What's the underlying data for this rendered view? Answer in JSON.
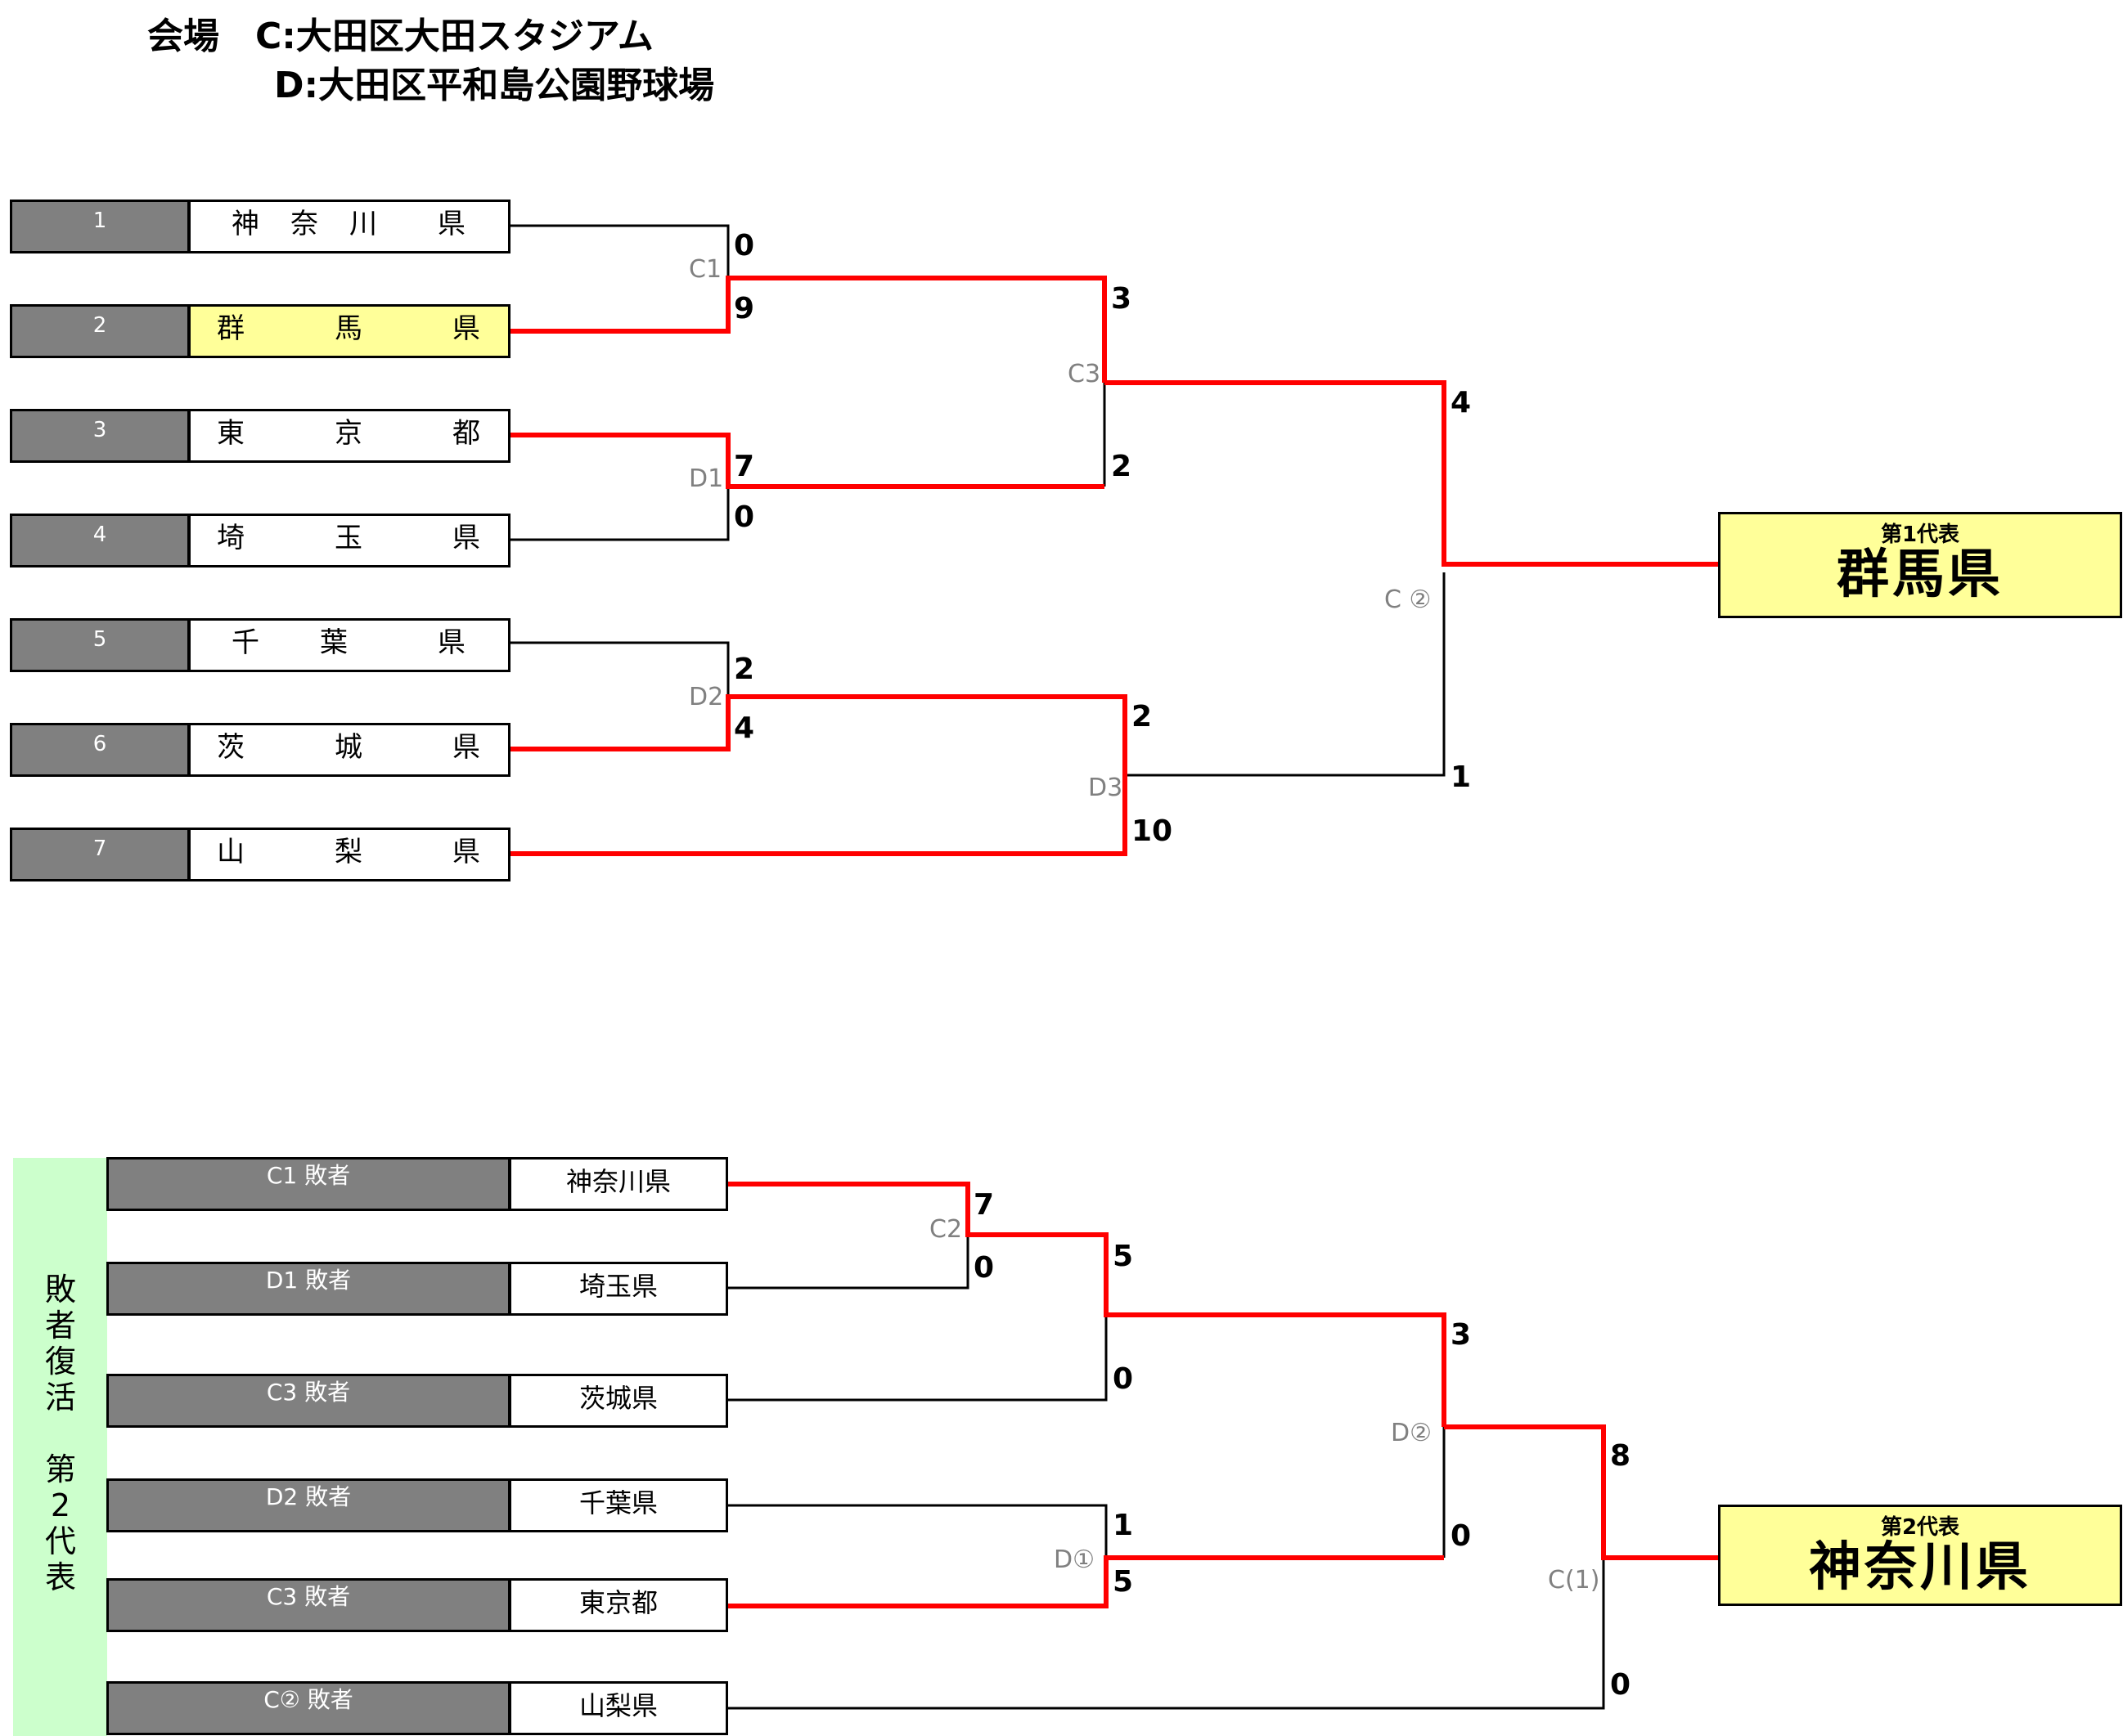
{
  "venue": {
    "line1": "会場　C:大田区大田スタジアム",
    "line2": "D:大田区平和島公園野球場"
  },
  "top": {
    "teams": [
      {
        "seed": "1",
        "name": "神　奈　川　　県"
      },
      {
        "seed": "2",
        "name": "群　　　馬　　　県"
      },
      {
        "seed": "3",
        "name": "東　　　京　　　都"
      },
      {
        "seed": "4",
        "name": "埼　　　玉　　　県"
      },
      {
        "seed": "5",
        "name": "千　　葉　　　県"
      },
      {
        "seed": "6",
        "name": "茨　　　城　　　県"
      },
      {
        "seed": "7",
        "name": "山　　　梨　　　県"
      }
    ],
    "matches": [
      "C1",
      "C3",
      "D1",
      "C ②",
      "D2",
      "D3"
    ],
    "scores": {
      "c1_top": "0",
      "c1_bot": "9",
      "c3_top": "3",
      "c3_bot": "2",
      "d1_top": "7",
      "d1_bot": "0",
      "c2_top": "4",
      "c2_bot": "1",
      "d2_top": "2",
      "d2_bot": "4",
      "d3_top": "2",
      "d3_bot": "10"
    },
    "result": {
      "label": "第1代表",
      "team": "群馬県"
    }
  },
  "bottom": {
    "side_label": "敗\n者\n復\n活\n\n第\n2\n代\n表",
    "rows": [
      {
        "label": "C1  敗者",
        "team": "神奈川県"
      },
      {
        "label": "D1  敗者",
        "team": "埼玉県"
      },
      {
        "label": "C3  敗者",
        "team": "茨城県"
      },
      {
        "label": "D2  敗者",
        "team": "千葉県"
      },
      {
        "label": "C3  敗者",
        "team": "東京都"
      },
      {
        "label": "C②  敗者",
        "team": "山梨県"
      }
    ],
    "matches": [
      "C2",
      "D②",
      "D①",
      "C(1)"
    ],
    "scores": {
      "c2_top": "7",
      "c2_bot": "0",
      "r2_top": "5",
      "r2_bot": "0",
      "d1_top": "1",
      "d1_bot": "5",
      "d2_top": "3",
      "d2_bot": "0",
      "c1_top": "8",
      "c1_bot": "0"
    },
    "result": {
      "label": "第2代表",
      "team": "神奈川県"
    }
  },
  "colors": {
    "win_line": "#ff0000",
    "line": "#000000",
    "highlight": "#ffff99",
    "seed_bg": "#808080",
    "side_bg": "#ccffcc"
  }
}
